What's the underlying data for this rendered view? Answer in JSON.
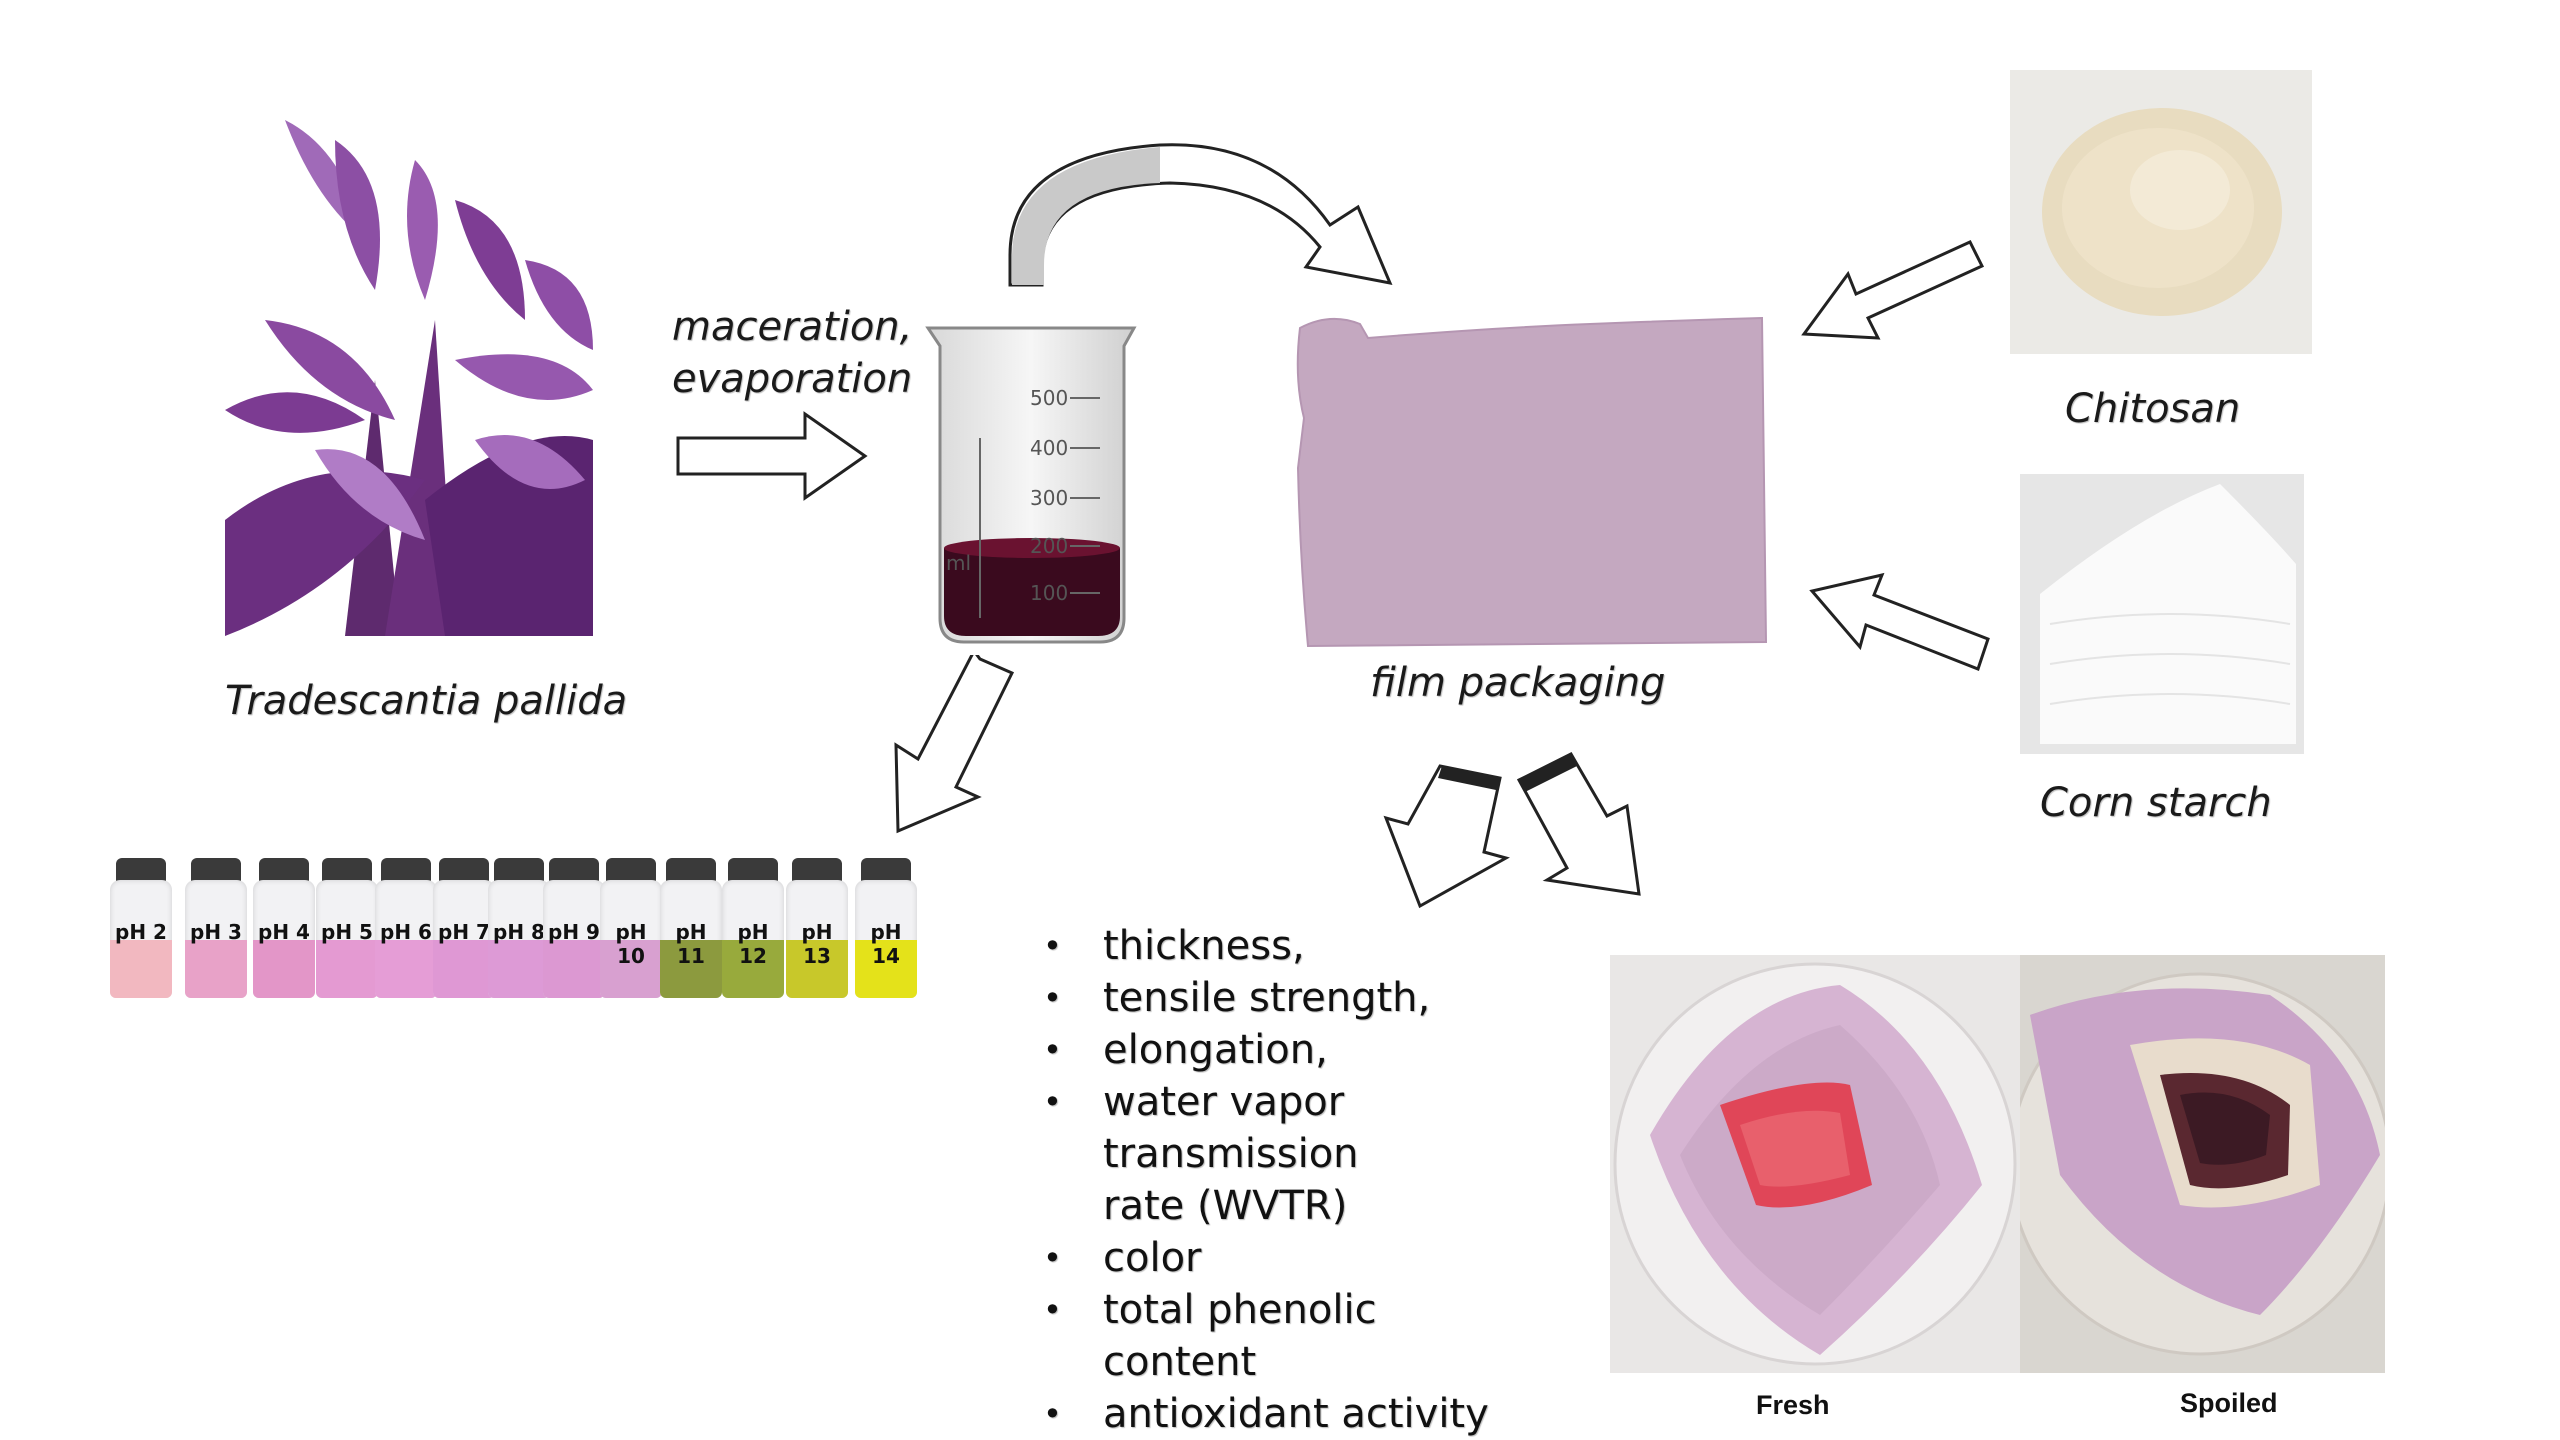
{
  "plant": {
    "label": "Tradescantia pallida"
  },
  "process": {
    "line1": "maceration,",
    "line2": "evaporation"
  },
  "beaker": {
    "marks": [
      "500",
      "400",
      "300",
      "200",
      "100"
    ],
    "unit": "ml"
  },
  "film": {
    "label": "film packaging"
  },
  "ingredients": [
    {
      "label": "Chitosan"
    },
    {
      "label": "Corn starch"
    }
  ],
  "vials": [
    {
      "label": "pH 2",
      "color": "#f2b8c0"
    },
    {
      "label": "pH 3",
      "color": "#e8a2c8"
    },
    {
      "label": "pH 4",
      "color": "#e396c8"
    },
    {
      "label": "pH 5",
      "color": "#e49ad2"
    },
    {
      "label": "pH 6",
      "color": "#e59dd6"
    },
    {
      "label": "pH 7",
      "color": "#df98d4"
    },
    {
      "label": "pH 8",
      "color": "#dd9ad6"
    },
    {
      "label": "pH 9",
      "color": "#dc98d2"
    },
    {
      "label": "pH 10",
      "color": "#d8a0d0"
    },
    {
      "label": "pH 11",
      "color": "#8c9a3e"
    },
    {
      "label": "pH 12",
      "color": "#98aa3c"
    },
    {
      "label": "pH 13",
      "color": "#c8c82a"
    },
    {
      "label": "pH 14",
      "color": "#e4e21a"
    }
  ],
  "properties": [
    "thickness,",
    "tensile strength,",
    "elongation,",
    "water vapor transmission rate (WVTR)",
    "color",
    "total phenolic content",
    "antioxidant activity"
  ],
  "samples": {
    "fresh": "Fresh",
    "spoiled": "Spoiled"
  }
}
